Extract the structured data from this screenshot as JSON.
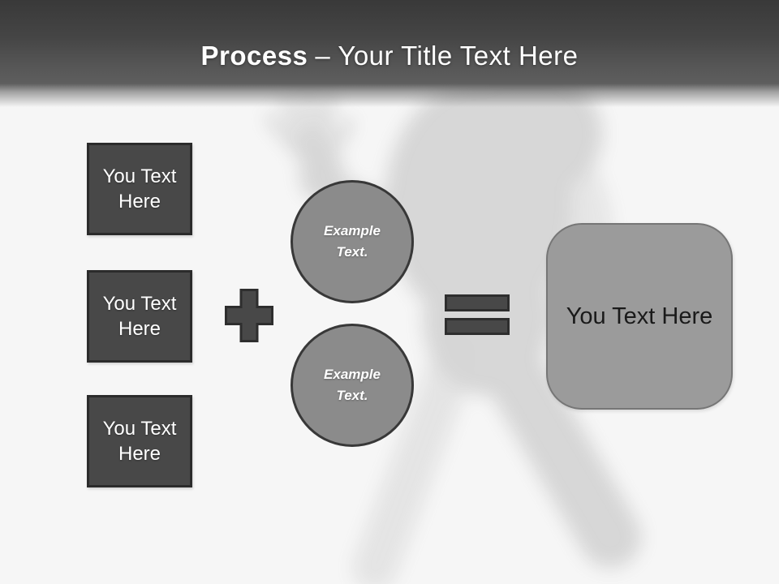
{
  "header": {
    "title_bold": "Process",
    "title_rest": "– Your Title Text Here"
  },
  "input_boxes": [
    {
      "label": "You Text Here"
    },
    {
      "label": "You Text Here"
    },
    {
      "label": "You Text Here"
    }
  ],
  "operators": {
    "plus": "plus-sign",
    "equals": "equals-sign"
  },
  "circles": [
    {
      "label": "Example Text."
    },
    {
      "label": "Example Text."
    }
  ],
  "result_box": {
    "label": "You Text Here"
  },
  "colors": {
    "header_dark": "#393939",
    "page_background": "#f6f6f6",
    "box_fill": "#484848",
    "box_border": "#2b2b2b",
    "operator_fill": "#484848",
    "circle_fill": "#8b8b8b",
    "circle_border": "#383838",
    "result_fill": "#9b9b9b",
    "result_border": "#767676",
    "text_light": "#ffffff",
    "text_dark": "#1a1a1a"
  }
}
